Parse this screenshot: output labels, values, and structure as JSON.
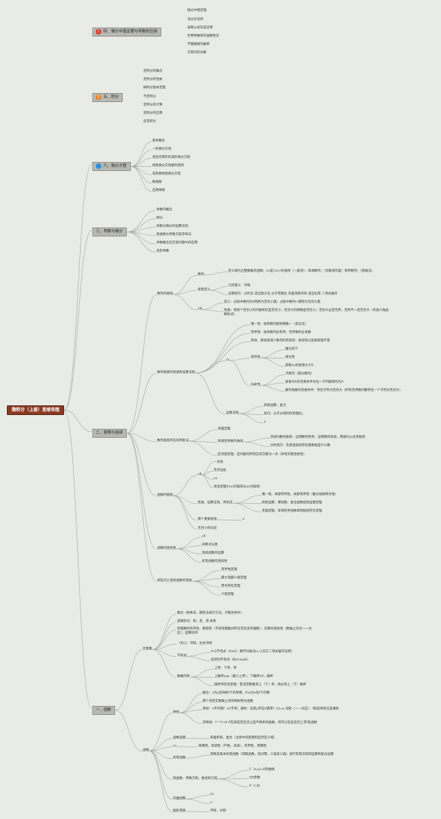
{
  "root": {
    "label": "微积分（上册）思维导图"
  },
  "branches": [
    {
      "label": "四、微分中值定理与导数的应用",
      "badge": "1",
      "badge_color": "#d9382b",
      "children": [
        "微分中值定理",
        "洛必达法则",
        "泰勒公式及其应用",
        "利用导数研究函数性态",
        "平面曲线的曲率",
        "方程的近似解"
      ]
    },
    {
      "label": "五、积分",
      "badge": "2",
      "badge_color": "#e8822a",
      "children": [
        "定积分的概念",
        "定积分的性质",
        "微积分基本定理",
        "不定积分",
        "定积分的计算",
        "定积分的应用",
        "反常积分"
      ]
    },
    {
      "label": "六、微分方程",
      "badge": "",
      "badge_color": "#2f8fd9",
      "children": [
        "基本概念",
        "一阶微分方程",
        "某些可降阶的高阶微分方程",
        "线性微分方程解的结构",
        "常系数线性微分方程",
        "数值解",
        "应用举例"
      ]
    },
    {
      "label": "三、导数与微分",
      "children": [
        "导数的概念",
        "微分",
        "导数与微分的运算法则",
        "隐函数与参数方程求导法",
        "导数概念在实际问题中的应用",
        "高阶导数"
      ]
    },
    {
      "label": "二、极限与连续",
      "children": [
        {
          "label": "数列的极限",
          "children": [
            {
              "label": "数列",
              "children": [
                "定义域为正整数集的函数；xn是{xn}的通项（一般项）；单调数列；（作数或作差）有界数列；（放缩法）"
              ]
            },
            {
              "label": "极限定义",
              "children": [
                "几何意义：邻域",
                "证明技巧：分析法 适当放大法 分子有理化 作差或者作商 适当化简 二项式展开"
              ]
            },
            {
              "label": "εN",
              "children": [
                "定义：过程中数列为0而称为无穷小量；过程中数列→而称为无穷大量",
                "性质：有限个无穷小的代数和仍是无穷小；无穷大的倒数是无穷小；无穷大必定无界，无界不一定无穷大（考虑三角函数形式）"
              ]
            }
          ]
        },
        {
          "label": "数列极限的性质和运算法则",
          "children": [
            {
              "label": "唯一性：收敛数列极限值唯一（反证法）"
            },
            {
              "label": "有界性：收敛数列必有界；无界数列必发散"
            },
            {
              "label": "改动、增加或减少数列的有限项，收敛性以及极限值不变"
            },
            {
              "label": "cv",
              "children": [
                {
                  "label": "保序性",
                  "children": [
                    "推论如下",
                    "保号性",
                    "即使xn的极限大于0"
                  ]
                },
                {
                  "label": "归并性",
                  "children": [
                    "子数列（部分数列）",
                    "极限为A的充要条件为任一子列极限均为A",
                    "数列发散的充要条件：存在子列为无穷大（所有无界数列都存在一个子列为无穷大）"
                  ]
                }
              ]
            },
            {
              "label": "运算法则",
              "children": [
                "四则运算，复方",
                "技巧：分子分母同时有理化；",
                "x"
              ]
            }
          ]
        },
        {
          "label": "数列极限存在的判别法",
          "children": [
            {
              "label": "夹逼定理"
            },
            {
              "label": "单调有界数列收敛",
              "children": [
                "求递归数列极限：证明数列有界，证明数列单调，用递归公式求极限",
                "分析技巧：先假设极限存在看数极是什么数"
              ]
            },
            {
              "label": "区间套定理：区间套的所有区间交集为一点（体现实数连续性）"
            }
          ]
        },
        {
          "label": "函数的极限",
          "children": [
            {
              "label": "εδ",
              "children": [
                "一点处",
                "无穷远处",
                "εx",
                "海涅定理f(xn)的极限与xn的极限"
              ]
            },
            {
              "label": "性质，运算法则，判别法",
              "children": [
                "唯一性，局部有界性，局部保序性（推论局部保号性）",
                "四则运算，幂指数，复合函数极限运算定理",
                "夹逼定理，单调有界函数单侧极限存在定理"
              ]
            },
            {
              "label": "两个重要极限",
              "children": [
                "x"
              ]
            },
            {
              "label": "无穷小的比较"
            }
          ]
        },
        {
          "label": "函数的连续性",
          "children": [
            "εδ",
            "间断点分类",
            "连续函数的运算",
            "初等函数的连续性"
          ]
        },
        {
          "label": "闭区间上连续函数的性质",
          "children": [
            "有界性定理",
            "最大值最小值定理",
            "零点存在定理",
            "介值定理"
          ]
        }
      ]
    },
    {
      "label": "一、函数",
      "children": [
        {
          "label": "实数集",
          "children": [
            "集合（枚举法、属性法表示方法；子集及并补）",
            "逻辑符号：和，且，或 关系",
            "有理数的有序性、稠密性（不同有理数间存在无穷多有理数）；实数的连续性（数轴上的点一一对应）；运算封闭",
            "（去心）邻域，左右邻域",
            {
              "label": "不等式",
              "children": [
                "A-G不等式（A≥G；数学归纳法n=1次方二项式展开证明）",
                "伯努利不等式（Bernoulli）"
              ]
            },
            {
              "label": "数集的界",
              "children": [
                "上界、下界、界",
                "上确界sup（最小上界），下确界inf，确界",
                "确界存在性定理：若非空数集有上（下）界，则必有上（下）确界"
              ]
            }
          ]
        },
        {
          "label": "函数",
          "children": [
            {
              "label": "映射",
              "children": [
                "概念：x为y在映射f下的原像，f(x)为x在f下的像",
                "两个非空实数集之间的映射称为函数",
                "单射：x不同则f（x)不同；满射：任意y存在x使得f（x)=y 双射（一一对应）：f既是单射又是满射",
                "逆映射：f⁻¹:Y→X (f在某些定区间上是严格单调函数，则可以在此区间上求f反函数"
              ]
            },
            {
              "label": "函数运算",
              "children": [
                "和差积商，复合（注意中间变量和自然定义域）"
              ]
            },
            {
              "label": "cv",
              "children": [
                "奇偶性，单调性（严格，非减），有界性，周期性"
              ]
            },
            {
              "label": "初等函数",
              "children": [
                "常数及基本初等函数（常数函数，指对幂，三角反三角）进行有限次四则运算和复合运算"
              ]
            },
            {
              "label": "隐函数、参数方程、极坐标方程",
              "children": [
                "F（x,y)=0的曲线",
                "t为参数",
                "P（r,θ)"
              ]
            },
            {
              "label": "双曲函数",
              "children": [
                "cv",
                "x"
              ]
            },
            {
              "label": "图形变换",
              "children": [
                "平移，对称"
              ]
            }
          ]
        }
      ]
    }
  ]
}
